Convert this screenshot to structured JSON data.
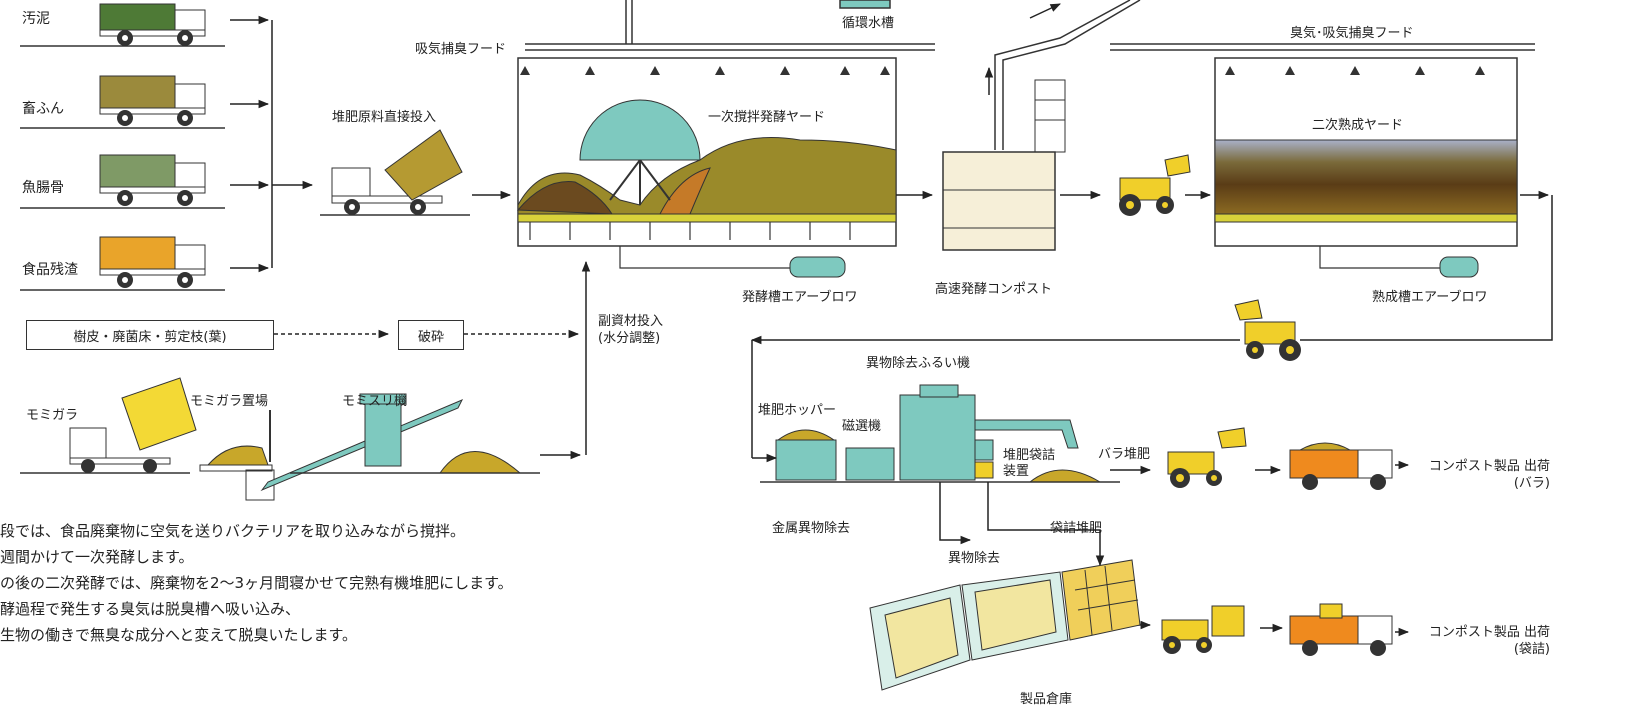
{
  "inputs": [
    {
      "label": "汚泥",
      "color": "#4e7a36"
    },
    {
      "label": "畜ふん",
      "color": "#9b8a3c"
    },
    {
      "label": "魚腸骨",
      "color": "#7f9a66"
    },
    {
      "label": "食品残渣",
      "color": "#e9a42a"
    }
  ],
  "labels": {
    "kyuki_hood": "吸気捕臭フード",
    "junkan_suisou": "循環水槽",
    "shuki_hood": "臭気･吸気捕臭フード",
    "direct_input": "堆肥原料直接投入",
    "primary_yard": "一次撹拌発酵ヤード",
    "secondary_yard": "二次熟成ヤード",
    "hakkou_blower": "発酵槽エアーブロワ",
    "high_speed_compost": "高速発酵コンポスト",
    "jukusei_blower": "熟成槽エアーブロワ",
    "bark_box": "樹皮・廃菌床・剪定枝(葉)",
    "crush_box": "破砕",
    "sub_material_1": "副資材投入",
    "sub_material_2": "(水分調整)",
    "momigara": "モミガラ",
    "momigara_yard": "モミガラ置場",
    "momisuri": "モミスリ機",
    "sieve": "異物除去ふるい機",
    "hopper": "堆肥ホッパー",
    "magnet": "磁選機",
    "bag_device_1": "堆肥袋詰",
    "bag_device_2": "装置",
    "bulk_compost": "バラ堆肥",
    "metal_removal": "金属異物除去",
    "foreign_removal": "異物除去",
    "bag_compost": "袋詰堆肥",
    "warehouse": "製品倉庫",
    "ship_bulk_1": "コンポスト製品 出荷",
    "ship_bulk_2": "(バラ)",
    "ship_bag_1": "コンポスト製品 出荷",
    "ship_bag_2": "(袋詰)"
  },
  "description": [
    "段では、食品廃棄物に空気を送りバクテリアを取り込みながら撹拌。",
    "週間かけて一次発酵します。",
    "の後の二次発酵では、廃棄物を2～3ヶ月間寝かせて完熟有機堆肥にします。",
    "酵過程で発生する臭気は脱臭槽へ吸い込み、",
    "生物の働きで無臭な成分へと変えて脱臭いたします。"
  ],
  "colors": {
    "teal": "#7ec9bf",
    "teal_dark": "#3f8f86",
    "compost_brown": "#6b4a1f",
    "compost_olive": "#9a8a2a",
    "yellow_green": "#d8d23a",
    "loader_yellow": "#f0cf2a",
    "truck_orange": "#ef8a1e",
    "warehouse_fill": "#f2e6a0",
    "tank_fill": "#f6efd8"
  }
}
